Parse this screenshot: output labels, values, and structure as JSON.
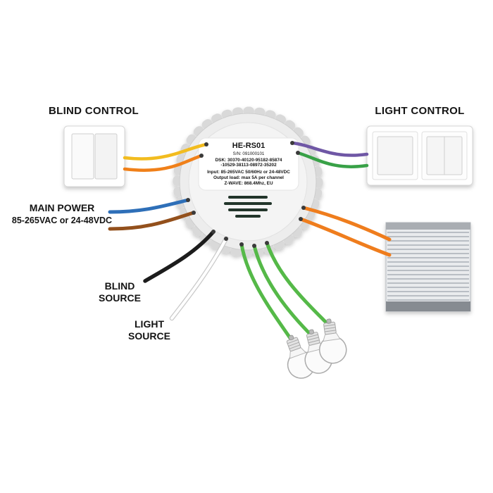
{
  "labels": {
    "blind_control": "BLIND CONTROL",
    "light_control": "LIGHT CONTROL",
    "main_power": "MAIN POWER",
    "main_power_spec": "85-265VAC or 24-48VDC",
    "blind_source_1": "BLIND",
    "blind_source_2": "SOURCE",
    "light_source_1": "LIGHT",
    "light_source_2": "SOURCE"
  },
  "device": {
    "model": "HE-RS01",
    "serial": "S/N: 091000101",
    "dsk_1": "DSK: 30370-40120-95182-85874",
    "dsk_2": "-10529-38113-08972-35202",
    "input_spec": "Input: 85-265VAC 50/60Hz or 24-48VDC",
    "output_spec": "Output load: max 5A per channel",
    "zwave_spec": "Z-WAVE: 868.4Mhz, EU"
  },
  "colors": {
    "wire_yellow": "#f2bc1f",
    "wire_orange_control": "#f08019",
    "wire_purple": "#6f57a5",
    "wire_green_control": "#38a147",
    "wire_blue_neutral": "#2e6fb8",
    "wire_brown_live": "#93501c",
    "wire_black_blind_source": "#1c1c1c",
    "wire_white_light_source": "#ffffff",
    "wire_green_load": "#55b948",
    "wire_orange_load": "#ef7d1d"
  }
}
